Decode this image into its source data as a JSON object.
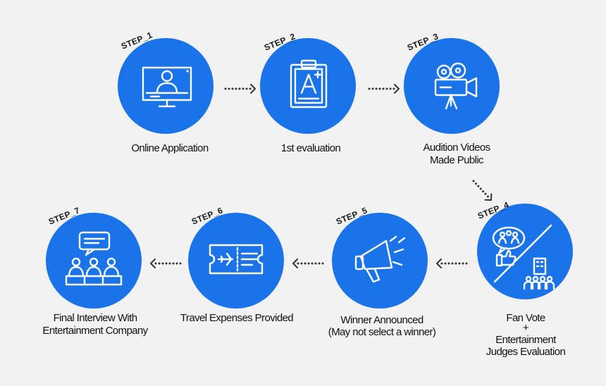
{
  "steps": [
    {
      "tag": "STEP_1",
      "caption": [
        "Online Application"
      ],
      "icon": "monitor-user-icon"
    },
    {
      "tag": "STEP_2",
      "caption": [
        "1st evaluation"
      ],
      "icon": "clipboard-grade-icon"
    },
    {
      "tag": "STEP_3",
      "caption": [
        "Audition Videos",
        "Made Public"
      ],
      "icon": "video-camera-icon"
    },
    {
      "tag": "STEP_4",
      "caption": [
        "Fan Vote",
        "+",
        "Entertainment",
        "Judges Evaluation"
      ],
      "icon": "vote-and-judges-icon"
    },
    {
      "tag": "STEP_5",
      "caption": [
        "Winner Announced",
        "(May not select a winner)"
      ],
      "icon": "megaphone-icon"
    },
    {
      "tag": "STEP_6",
      "caption": [
        "Travel Expenses Provided"
      ],
      "icon": "flight-ticket-icon"
    },
    {
      "tag": "STEP_7",
      "caption": [
        "Final Interview With",
        "Entertainment Company"
      ],
      "icon": "interview-panel-icon"
    }
  ],
  "colors": {
    "circle": "#1a73e8",
    "background": "#f2f2f2",
    "text": "#111111"
  }
}
